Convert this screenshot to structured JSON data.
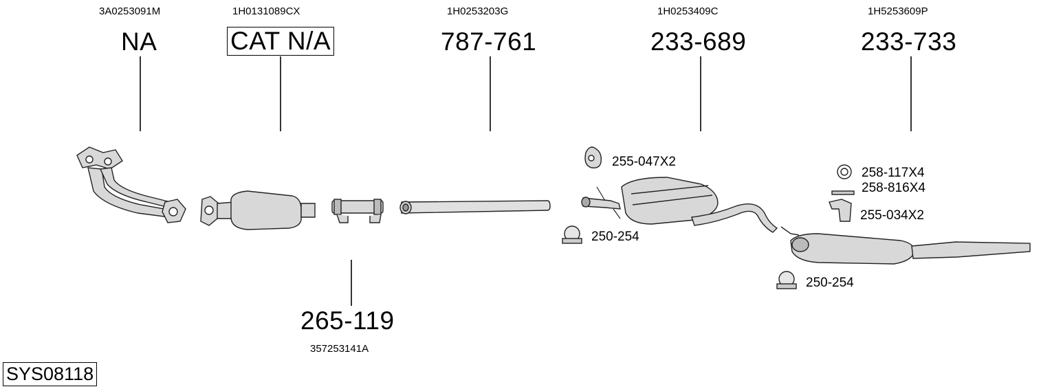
{
  "system_code": "SYS08118",
  "parts": [
    {
      "oem": "3A0253091M",
      "number": "NA"
    },
    {
      "oem": "1H0131089CX",
      "number": "CAT N/A"
    },
    {
      "oem": "1H0253203G",
      "number": "787-761"
    },
    {
      "oem": "1H0253409C",
      "number": "233-689"
    },
    {
      "oem": "1H5253609P",
      "number": "233-733"
    },
    {
      "oem": "357253141A",
      "number": "265-119"
    }
  ],
  "accessories": {
    "hanger_middle": "255-047X2",
    "clamp_middle": "250-254",
    "ring_rear": "258-117X4",
    "bolt_rear": "258-816X4",
    "hanger_rear": "255-034X2",
    "clamp_rear": "250-254"
  }
}
